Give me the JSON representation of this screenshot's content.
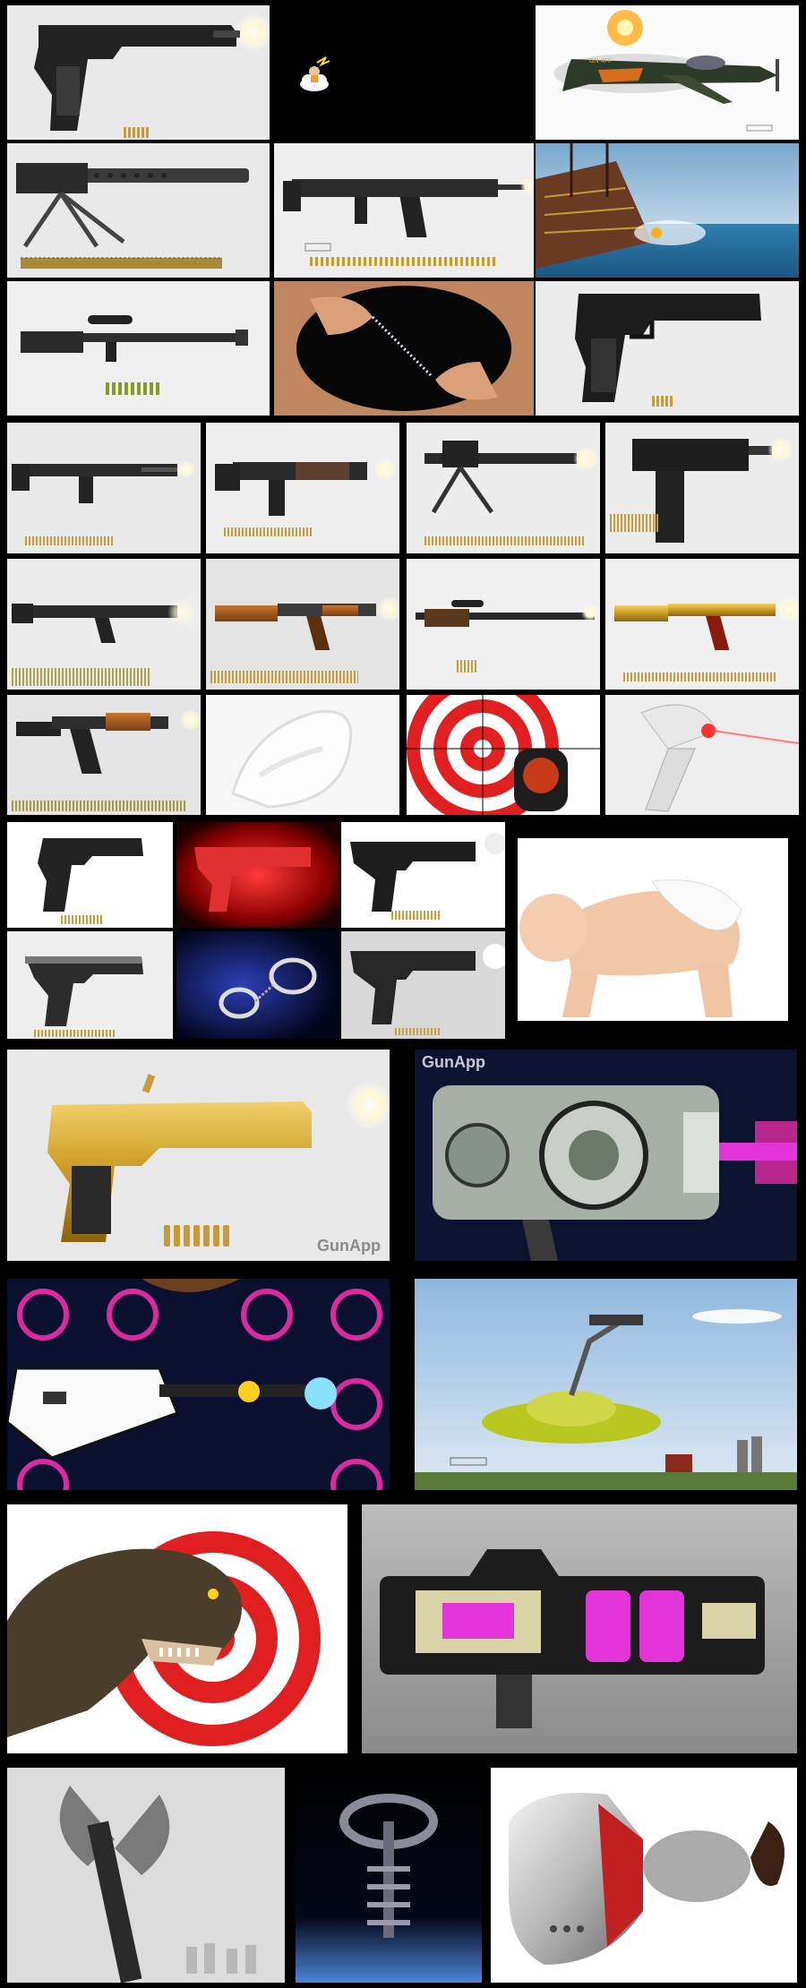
{
  "watermark": "GunApp",
  "plane_tail_code": "GN-4FF",
  "colors": {
    "background": "#000000",
    "tile_light": "#e6e6e6",
    "gold": "#d4a62a",
    "target_red": "#e02020",
    "neon_pink": "#ff2fb3",
    "neon_magenta": "#e234d8"
  },
  "tiles": [
    {
      "name": "pistol-tile",
      "icon": "pistol-icon"
    },
    {
      "name": "zeus-cloud-tile",
      "icon": "cloud-icon"
    },
    {
      "name": "fighter-plane-tile",
      "icon": "plane-icon"
    },
    {
      "name": "machine-gun-tripod-tile",
      "icon": "machine-gun-icon"
    },
    {
      "name": "assault-rifle-tile",
      "icon": "rifle-icon"
    },
    {
      "name": "pirate-ship-tile",
      "icon": "ship-icon"
    },
    {
      "name": "sniper-rifle-tile",
      "icon": "sniper-icon"
    },
    {
      "name": "finger-flick-tile",
      "icon": "hand-icon"
    },
    {
      "name": "handgun-tile",
      "icon": "pistol-icon"
    },
    {
      "name": "carbine-tile",
      "icon": "rifle-icon"
    },
    {
      "name": "tactical-rifle-tile",
      "icon": "rifle-icon"
    },
    {
      "name": "mg-tripod-tile",
      "icon": "machine-gun-icon"
    },
    {
      "name": "uzi-tile",
      "icon": "smg-icon"
    },
    {
      "name": "ak-grenade-tile",
      "icon": "rifle-icon"
    },
    {
      "name": "ak47-wood-tile",
      "icon": "rifle-icon"
    },
    {
      "name": "dragunov-tile",
      "icon": "sniper-icon"
    },
    {
      "name": "gold-ak-tile",
      "icon": "rifle-icon"
    },
    {
      "name": "ak-short-tile",
      "icon": "rifle-icon"
    },
    {
      "name": "pillow-tile",
      "icon": "pillow-icon"
    },
    {
      "name": "target-alarm-tile",
      "icon": "target-icon"
    },
    {
      "name": "barcode-scanner-tile",
      "icon": "scanner-icon"
    },
    {
      "name": "five-seven-tile",
      "icon": "pistol-icon"
    },
    {
      "name": "red-glock-tile",
      "icon": "pistol-icon"
    },
    {
      "name": "glock-tile",
      "icon": "pistol-icon"
    },
    {
      "name": "baby-tile",
      "icon": "baby-icon"
    },
    {
      "name": "pistol-silver-tile",
      "icon": "pistol-icon"
    },
    {
      "name": "handcuffs-tile",
      "icon": "handcuffs-icon"
    },
    {
      "name": "glock-dark-tile",
      "icon": "pistol-icon"
    },
    {
      "name": "desert-eagle-tile",
      "icon": "desert-eagle-icon"
    },
    {
      "name": "sci-fi-blaster-tile",
      "icon": "blaster-icon"
    },
    {
      "name": "guitar-gun-tile",
      "icon": "guitar-icon"
    },
    {
      "name": "ufo-tile",
      "icon": "ufo-icon"
    },
    {
      "name": "t-rex-tile",
      "icon": "dinosaur-icon"
    },
    {
      "name": "plasma-cannon-tile",
      "icon": "cannon-icon"
    },
    {
      "name": "battle-axe-tile",
      "icon": "axe-icon"
    },
    {
      "name": "space-station-tile",
      "icon": "station-icon"
    },
    {
      "name": "hair-dryer-tile",
      "icon": "hair-dryer-icon"
    }
  ]
}
